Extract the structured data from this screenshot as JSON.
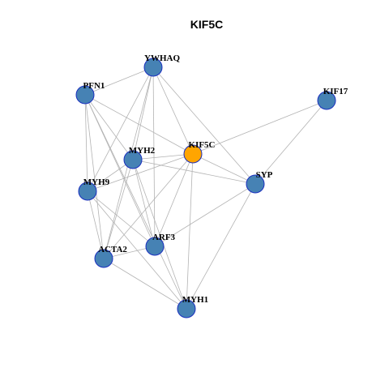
{
  "graph": {
    "title": "KIF5C",
    "colors": {
      "node_default": "#4682b4",
      "node_focus": "#ffa500",
      "node_border": "#1a2fbf",
      "edge": "#b3b3b3"
    },
    "nodes": [
      {
        "id": "YWHAQ",
        "label": "YWHAQ",
        "focus": false
      },
      {
        "id": "PFN1",
        "label": "PFN1",
        "focus": false
      },
      {
        "id": "KIF17",
        "label": "KIF17",
        "focus": false
      },
      {
        "id": "KIF5C",
        "label": "KIF5C",
        "focus": true
      },
      {
        "id": "MYH2",
        "label": "MYH2",
        "focus": false
      },
      {
        "id": "SYP",
        "label": "SYP",
        "focus": false
      },
      {
        "id": "MYH9",
        "label": "MYH9",
        "focus": false
      },
      {
        "id": "ARF3",
        "label": "ARF3",
        "focus": false
      },
      {
        "id": "ACTA2",
        "label": "ACTA2",
        "focus": false
      },
      {
        "id": "MYH1",
        "label": "MYH1",
        "focus": false
      }
    ],
    "edges": [
      [
        "PFN1",
        "YWHAQ"
      ],
      [
        "PFN1",
        "KIF5C"
      ],
      [
        "PFN1",
        "MYH2"
      ],
      [
        "PFN1",
        "MYH9"
      ],
      [
        "PFN1",
        "ACTA2"
      ],
      [
        "PFN1",
        "ARF3"
      ],
      [
        "PFN1",
        "MYH1"
      ],
      [
        "YWHAQ",
        "KIF5C"
      ],
      [
        "YWHAQ",
        "MYH2"
      ],
      [
        "YWHAQ",
        "SYP"
      ],
      [
        "YWHAQ",
        "MYH9"
      ],
      [
        "YWHAQ",
        "ACTA2"
      ],
      [
        "YWHAQ",
        "ARF3"
      ],
      [
        "KIF17",
        "KIF5C"
      ],
      [
        "KIF17",
        "SYP"
      ],
      [
        "KIF5C",
        "MYH2"
      ],
      [
        "KIF5C",
        "MYH9"
      ],
      [
        "KIF5C",
        "ARF3"
      ],
      [
        "KIF5C",
        "ACTA2"
      ],
      [
        "KIF5C",
        "MYH1"
      ],
      [
        "KIF5C",
        "SYP"
      ],
      [
        "MYH2",
        "MYH9"
      ],
      [
        "MYH2",
        "ACTA2"
      ],
      [
        "MYH2",
        "ARF3"
      ],
      [
        "MYH2",
        "MYH1"
      ],
      [
        "MYH2",
        "SYP"
      ],
      [
        "MYH9",
        "ACTA2"
      ],
      [
        "MYH9",
        "ARF3"
      ],
      [
        "MYH9",
        "MYH1"
      ],
      [
        "SYP",
        "ARF3"
      ],
      [
        "SYP",
        "MYH1"
      ],
      [
        "ACTA2",
        "ARF3"
      ],
      [
        "ACTA2",
        "MYH1"
      ]
    ]
  }
}
